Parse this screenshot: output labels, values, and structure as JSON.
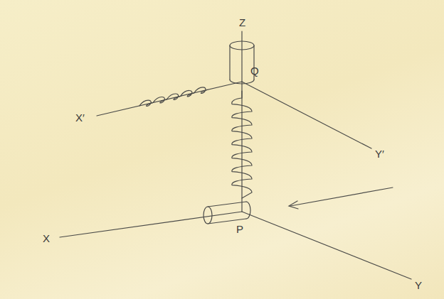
{
  "diagram": {
    "labels": [
      "Z",
      "X′",
      "Q",
      "Y′",
      "X",
      "P",
      "Y"
    ]
  }
}
